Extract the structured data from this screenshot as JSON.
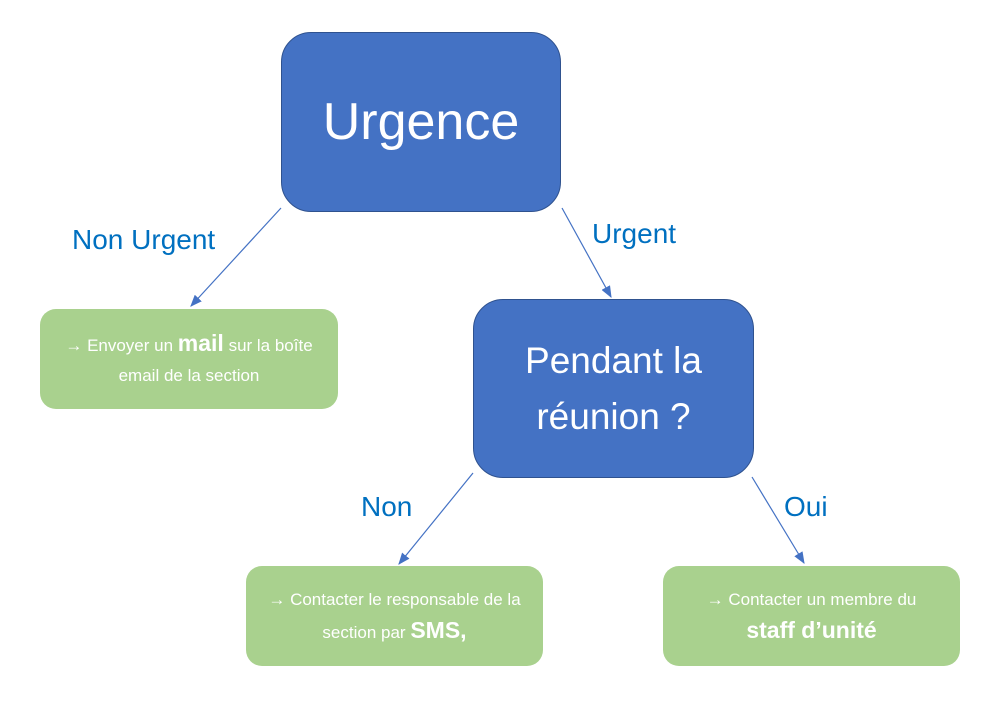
{
  "nodes": {
    "urgence": "Urgence",
    "pendant": "Pendant la réunion ?",
    "mail": {
      "arrow": "→",
      "pre": "Envoyer un",
      "bold": "mail",
      "post": "sur la boîte email de la section"
    },
    "sms": {
      "arrow": "→",
      "pre": "Contacter le responsable de la section par",
      "bold": "SMS,"
    },
    "staff": {
      "arrow": "→",
      "pre": "Contacter un membre du",
      "bold": "staff d’unité"
    }
  },
  "edges": {
    "non_urgent": "Non Urgent",
    "urgent": "Urgent",
    "non": "Non",
    "oui": "Oui"
  },
  "colors": {
    "decision": "#4472C4",
    "action": "#A9D18E",
    "label": "#0070C0"
  }
}
